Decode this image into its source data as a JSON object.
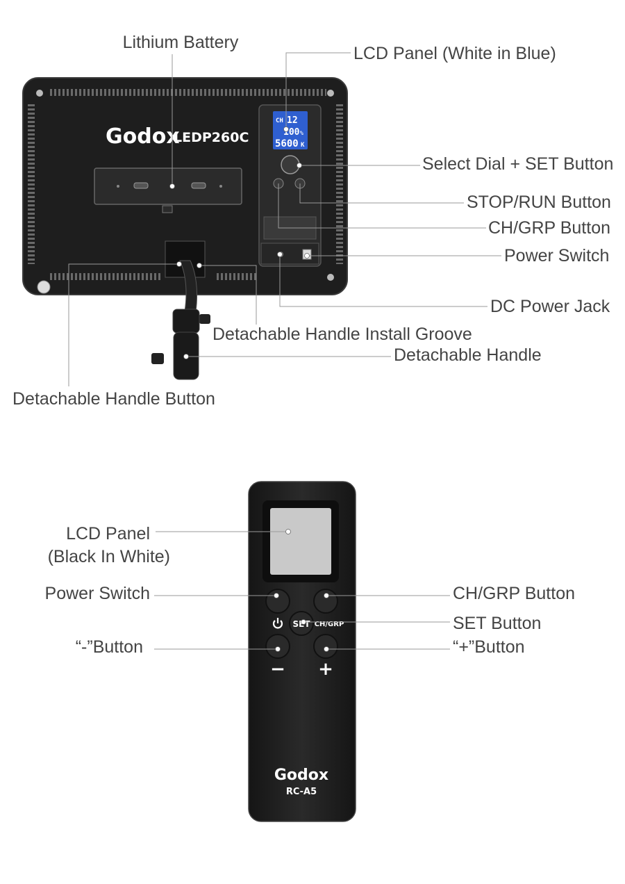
{
  "panel": {
    "brand": "Godox",
    "model": "LEDP260C",
    "lcd": {
      "ch": "CH",
      "ch_value": "12",
      "brightness": "100",
      "brightness_unit": "%",
      "color_temp": "5600",
      "color_temp_unit": "K"
    },
    "labels": {
      "lithium_battery": "Lithium Battery",
      "lcd_panel": "LCD Panel (White in Blue)",
      "select_dial": "Select Dial + SET Button",
      "stop_run": "STOP/RUN Button",
      "ch_grp": "CH/GRP Button",
      "power_switch": "Power Switch",
      "dc_power_jack": "DC Power Jack",
      "install_groove": "Detachable Handle Install Groove",
      "handle": "Detachable Handle",
      "handle_button": "Detachable Handle Button"
    }
  },
  "remote": {
    "brand": "Godox",
    "model": "RC-A5",
    "buttons": {
      "set": "SET",
      "ch_grp": "CH/GRP",
      "minus": "−",
      "plus": "+"
    },
    "labels": {
      "lcd_panel_line1": "LCD Panel",
      "lcd_panel_line2": "(Black In White)",
      "power_switch": "Power Switch",
      "ch_grp": "CH/GRP Button",
      "set": "SET Button",
      "minus": "“-”Button",
      "plus": "“+”Button"
    }
  },
  "colors": {
    "panel_body": "#1e1e1e",
    "lcd_blue": "#2f5fd0",
    "remote_body": "#1f1f1f",
    "remote_lcd": "#c9c9c9",
    "label_text": "#444444",
    "leader_line": "#9a9a9a"
  }
}
